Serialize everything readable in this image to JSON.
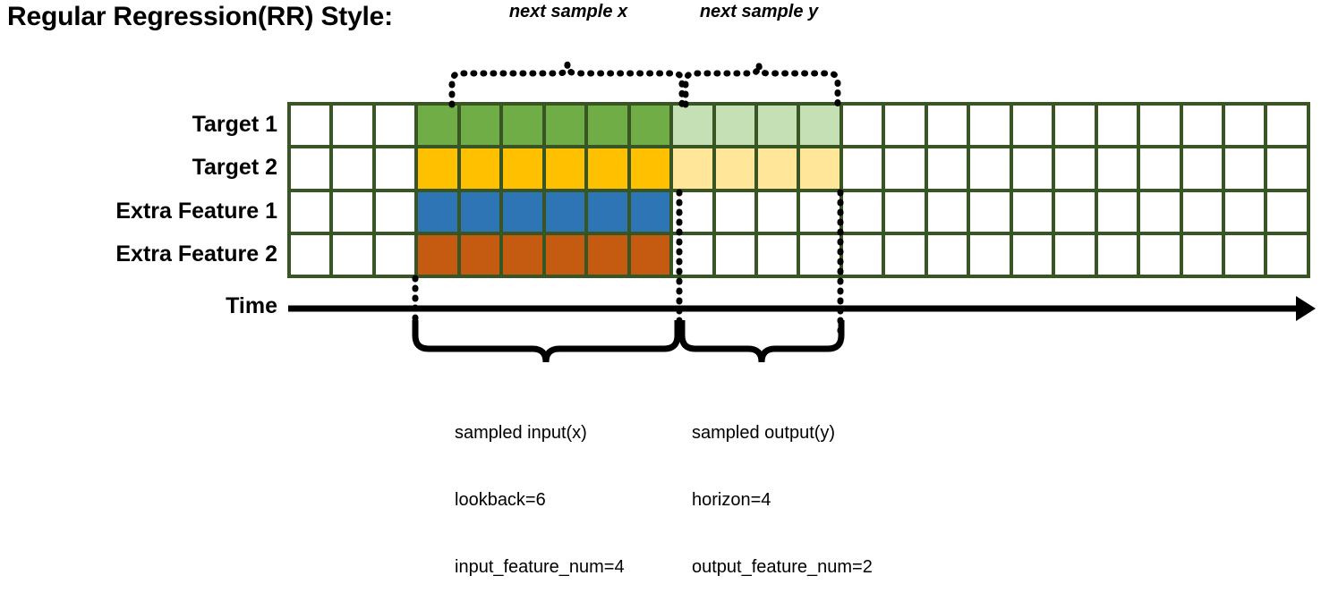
{
  "title": "Regular Regression(RR) Style:",
  "captions": {
    "next_sample_x": "next sample x",
    "next_sample_y": "next sample y"
  },
  "rows": [
    {
      "label": "Target 1",
      "fill_input": "#70ad47",
      "fill_output": "#c5e0b4"
    },
    {
      "label": "Target 2",
      "fill_input": "#ffc000",
      "fill_output": "#ffe699"
    },
    {
      "label": "Extra Feature 1",
      "fill_input": "#2e75b6",
      "fill_output": "#ffffff"
    },
    {
      "label": "Extra Feature 2",
      "fill_input": "#c55a11",
      "fill_output": "#ffffff"
    }
  ],
  "time_axis_label": "Time",
  "grid": {
    "columns": 24,
    "lead_blank_cols": 3,
    "input_cols": 6,
    "output_cols": 4,
    "trail_blank_cols": 11,
    "border_color": "#375623",
    "empty_fill": "#ffffff"
  },
  "input_annotation": {
    "line1": "sampled input(x)",
    "line2": "lookback=6",
    "line3": "input_feature_num=4"
  },
  "output_annotation": {
    "line1": "sampled output(y)",
    "line2": "horizon=4",
    "line3": "output_feature_num=2"
  },
  "colors": {
    "stroke": "#000000",
    "grid_border": "#375623",
    "target1": "#70ad47",
    "target1_light": "#c5e0b4",
    "target2": "#ffc000",
    "target2_light": "#ffe699",
    "extra1": "#2e75b6",
    "extra2": "#c55a11"
  },
  "icons": {
    "time_arrow": "arrow-right-icon",
    "top_brace_x": "dotted-curly-brace-icon",
    "top_brace_y": "dotted-curly-brace-icon",
    "bottom_brace_input": "curly-brace-icon",
    "bottom_brace_output": "curly-brace-icon"
  }
}
